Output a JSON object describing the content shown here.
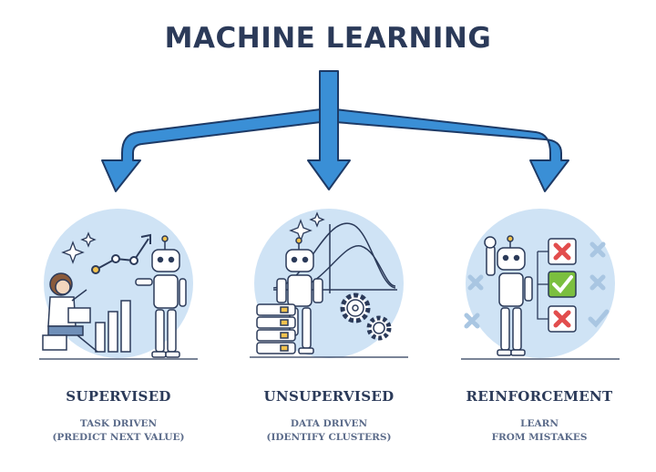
{
  "title": "MACHINE LEARNING",
  "colors": {
    "navy": "#2b3a59",
    "arrow_fill": "#3a8fd6",
    "arrow_stroke": "#1d3a66",
    "circle": "#cfe3f5",
    "subtitle": "#5b6b8a",
    "check_green": "#7bbf3f",
    "cross_red": "#e24d4d"
  },
  "branches": [
    {
      "name": "SUPERVISED",
      "line1": "TASK DRIVEN",
      "line2": "(PREDICT NEXT VALUE)",
      "icons": [
        "person-icon",
        "robot-icon",
        "rising-arrow-icon",
        "sparkle-icon",
        "bar-chart-icon"
      ]
    },
    {
      "name": "UNSUPERVISED",
      "line1": "DATA DRIVEN",
      "line2": "(IDENTIFY CLUSTERS)",
      "icons": [
        "robot-icon",
        "curve-chart-icon",
        "gear-icon",
        "server-stack-icon",
        "sparkle-icon"
      ]
    },
    {
      "name": "REINFORCEMENT",
      "line1": "LEARN",
      "line2": "FROM MISTAKES",
      "icons": [
        "robot-icon",
        "cross-box-icon",
        "check-box-icon",
        "cross-box-icon"
      ]
    }
  ]
}
